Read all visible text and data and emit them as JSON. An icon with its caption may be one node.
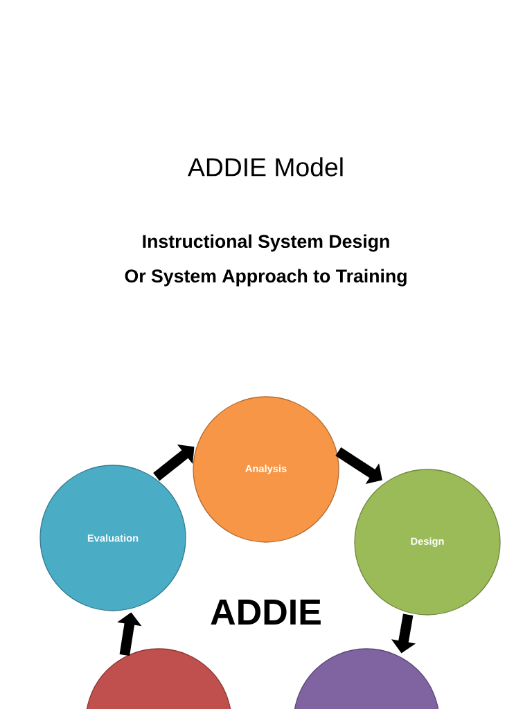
{
  "diagram": {
    "title": "ADDIE Model",
    "nodes": [
      {
        "text": [
          "Analysis"
        ]
      },
      {
        "text": [
          "Evaluation"
        ]
      },
      {
        "text": [
          "Design"
        ]
      },
      {
        "text": [],
        "shape": "circle"
      },
      {
        "text": [],
        "shape": "circle"
      }
    ],
    "edges": [
      {
        "from": 1,
        "to": 0,
        "arrow": "to"
      },
      {
        "from": 0,
        "to": 2,
        "arrow": "to"
      },
      {
        "from": 2,
        "to": 4,
        "arrow": "to"
      },
      {
        "from": 3,
        "to": 1,
        "arrow": "to"
      }
    ],
    "labels": [
      "Instructional System Design",
      "Or System Approach to Training",
      "ADDIE"
    ]
  }
}
